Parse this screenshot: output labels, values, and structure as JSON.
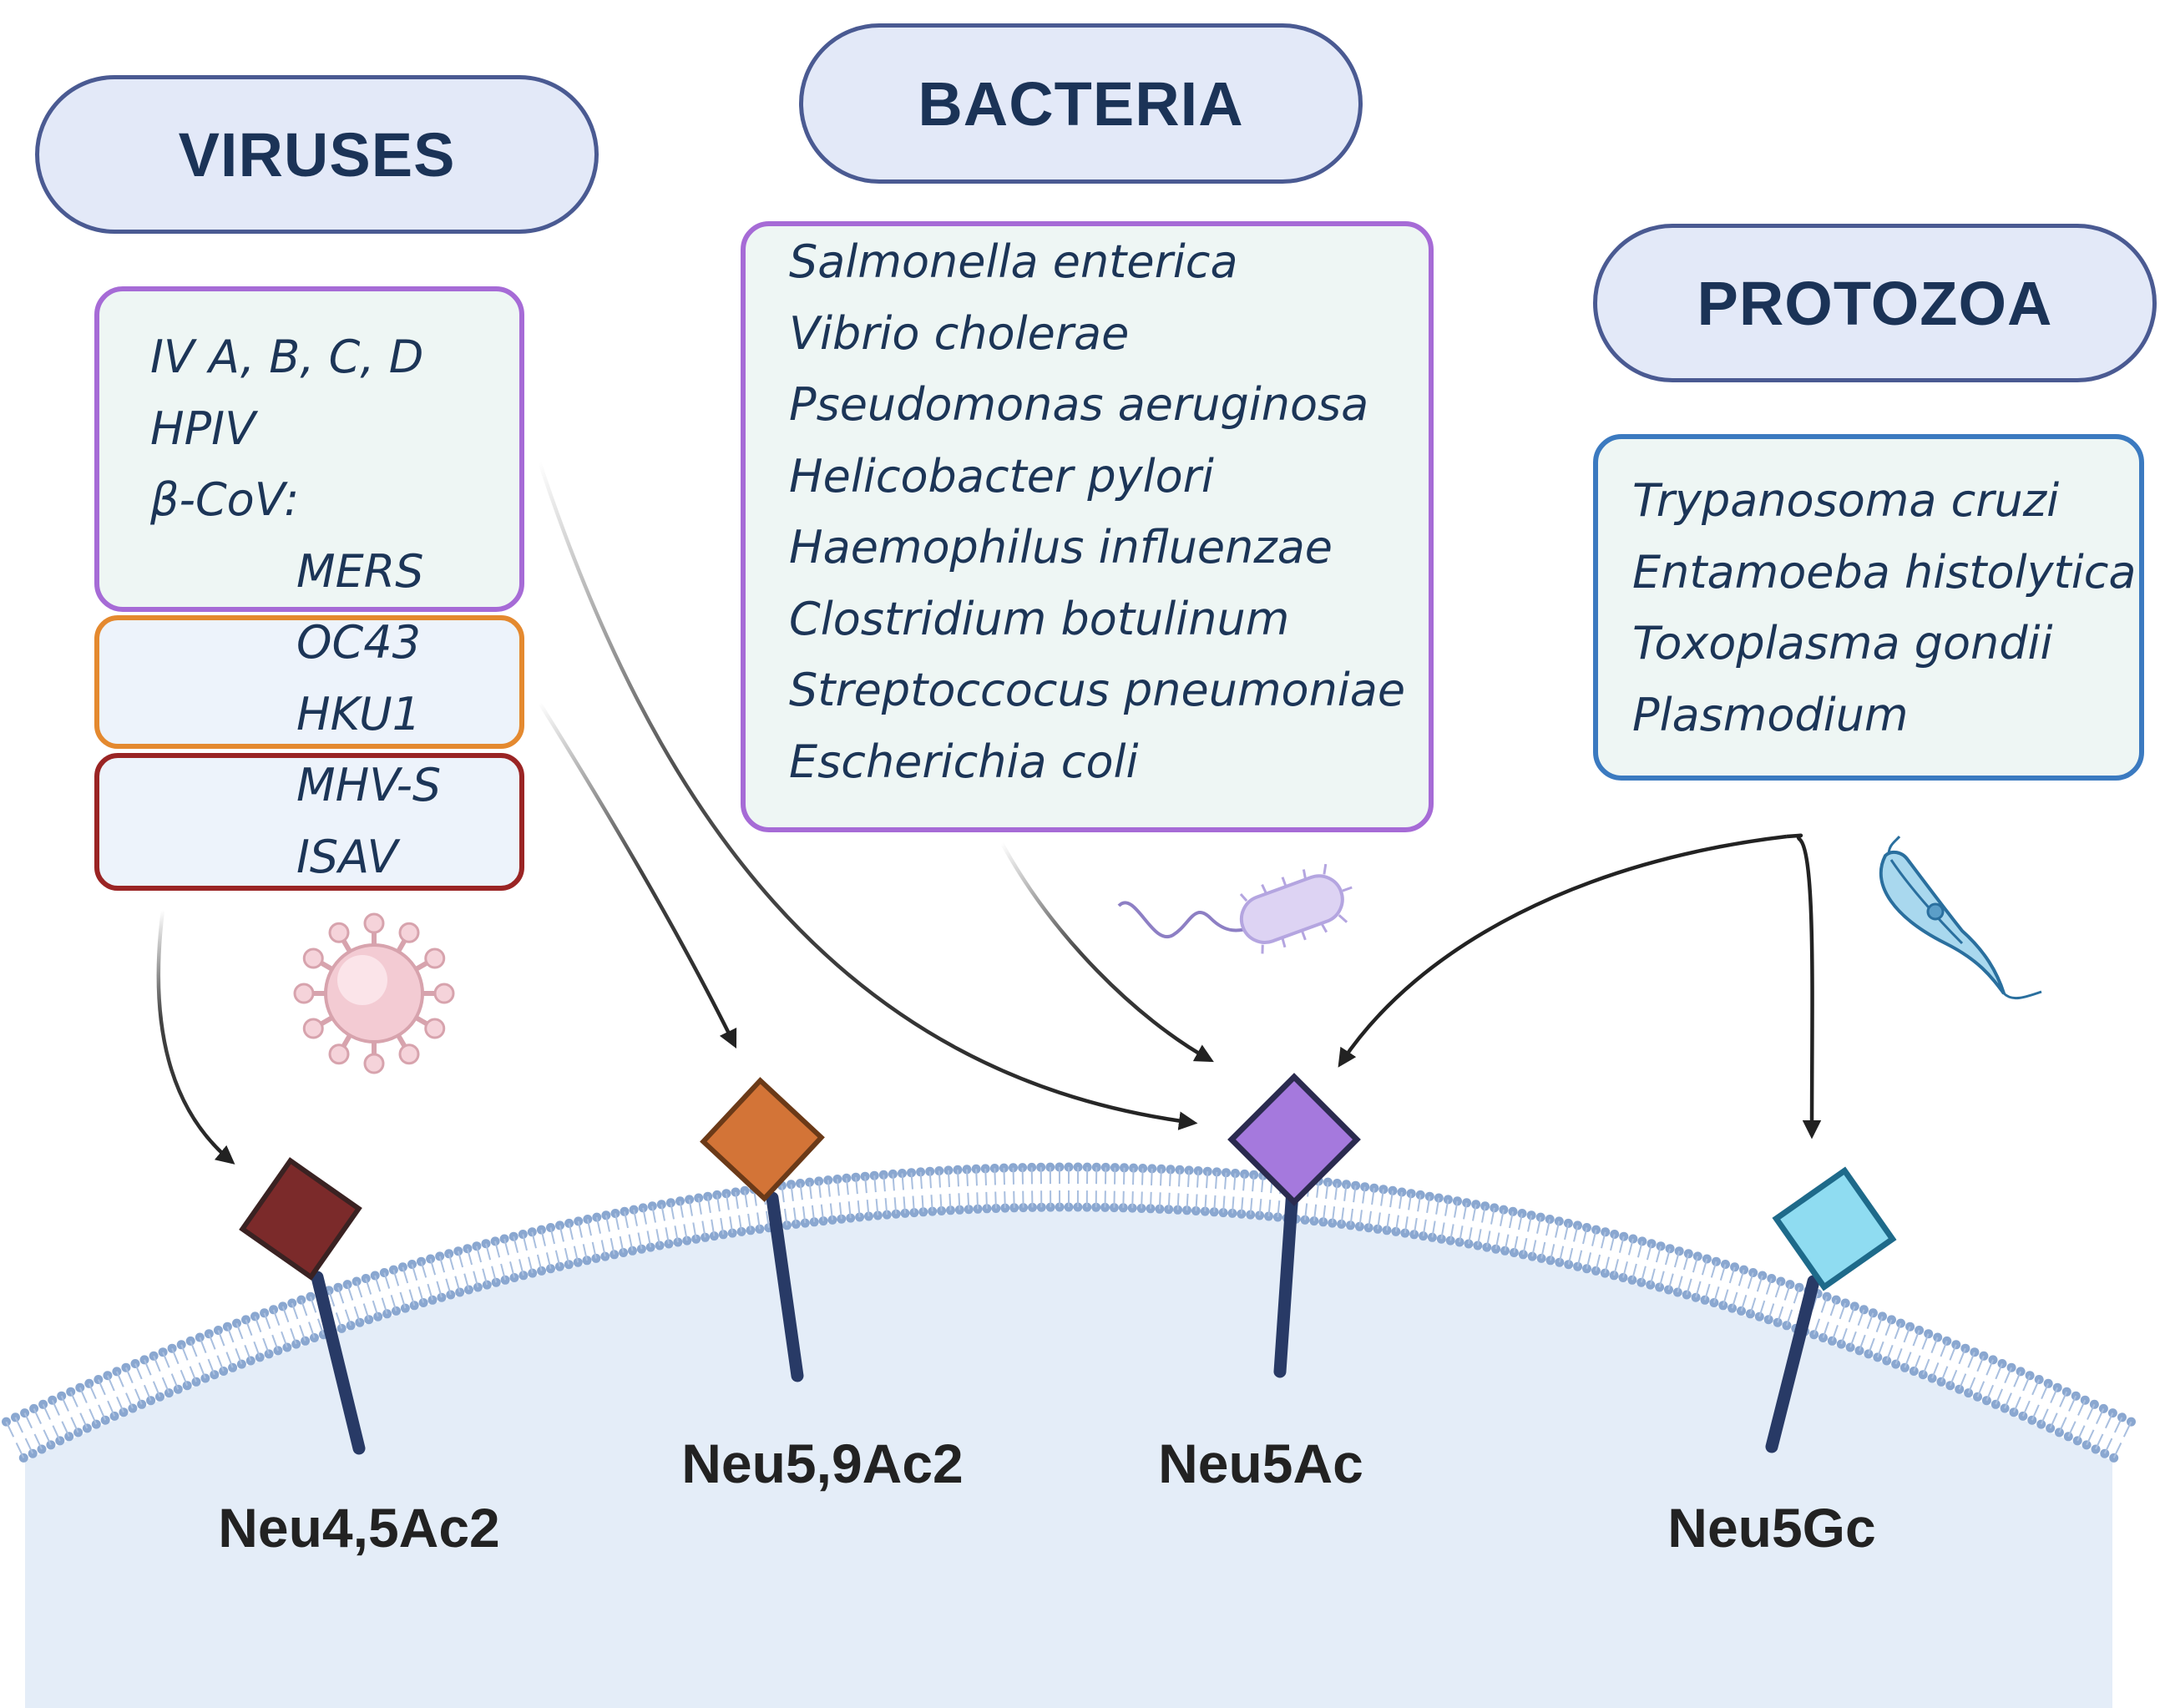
{
  "categories": {
    "viruses": {
      "title": "VIRUSES",
      "items": [
        "IV A, B, C, D",
        "HPIV",
        "β-CoV:",
        "MERS",
        "OC43",
        "HKU1",
        "MHV-S",
        "ISAV"
      ]
    },
    "bacteria": {
      "title": "BACTERIA",
      "items": [
        "Salmonella enterica",
        "Vibrio cholerae",
        "Pseudomonas aeruginosa",
        "Helicobacter pylori",
        "Haemophilus influenzae",
        "Clostridium botulinum",
        "Streptoccocus pneumoniae",
        "Escherichia coli"
      ]
    },
    "protozoa": {
      "title": "PROTOZOA",
      "items": [
        "Trypanosoma cruzi",
        "Entamoeba histolytica",
        "Toxoplasma gondii",
        "Plasmodium"
      ]
    }
  },
  "receptors": [
    {
      "label": "Neu4,5Ac2",
      "color": "#7b2a2a"
    },
    {
      "label": "Neu5,9Ac2",
      "color": "#d37437"
    },
    {
      "label": "Neu5Ac",
      "color": "#a579dd"
    },
    {
      "label": "Neu5Gc",
      "color": "#8fdcf1"
    }
  ],
  "colors": {
    "pill_fill": "#e3e9f8",
    "pill_border": "#4a5a92",
    "text": "#1c3557",
    "viruses_box_border": "#a66bd6",
    "oc43_box_border": "#e4892f",
    "mhv_box_border": "#9a2424",
    "bacteria_box_border": "#a66bd6",
    "protozoa_box_border": "#3b7ac0",
    "cell_fill": "#e4edf8",
    "membrane": "#8aa7d0"
  },
  "icons": [
    "virus-icon",
    "bacterium-icon",
    "trypanosome-icon"
  ]
}
